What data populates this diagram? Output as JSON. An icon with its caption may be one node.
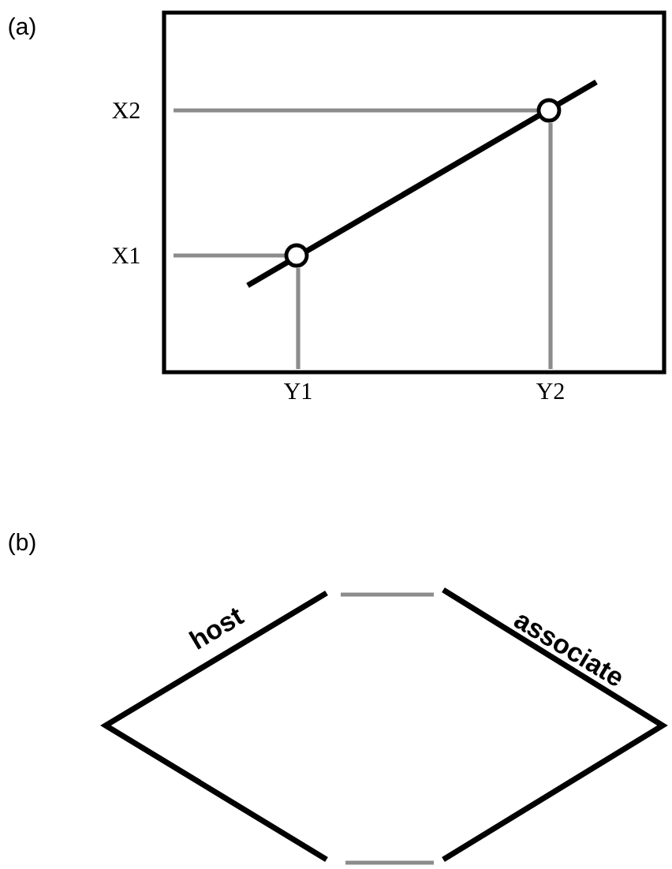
{
  "diagram": {
    "labels": [
      "(a)",
      "X2",
      "X1",
      "Y1",
      "Y2",
      "(b)",
      "host",
      "associate"
    ]
  }
}
